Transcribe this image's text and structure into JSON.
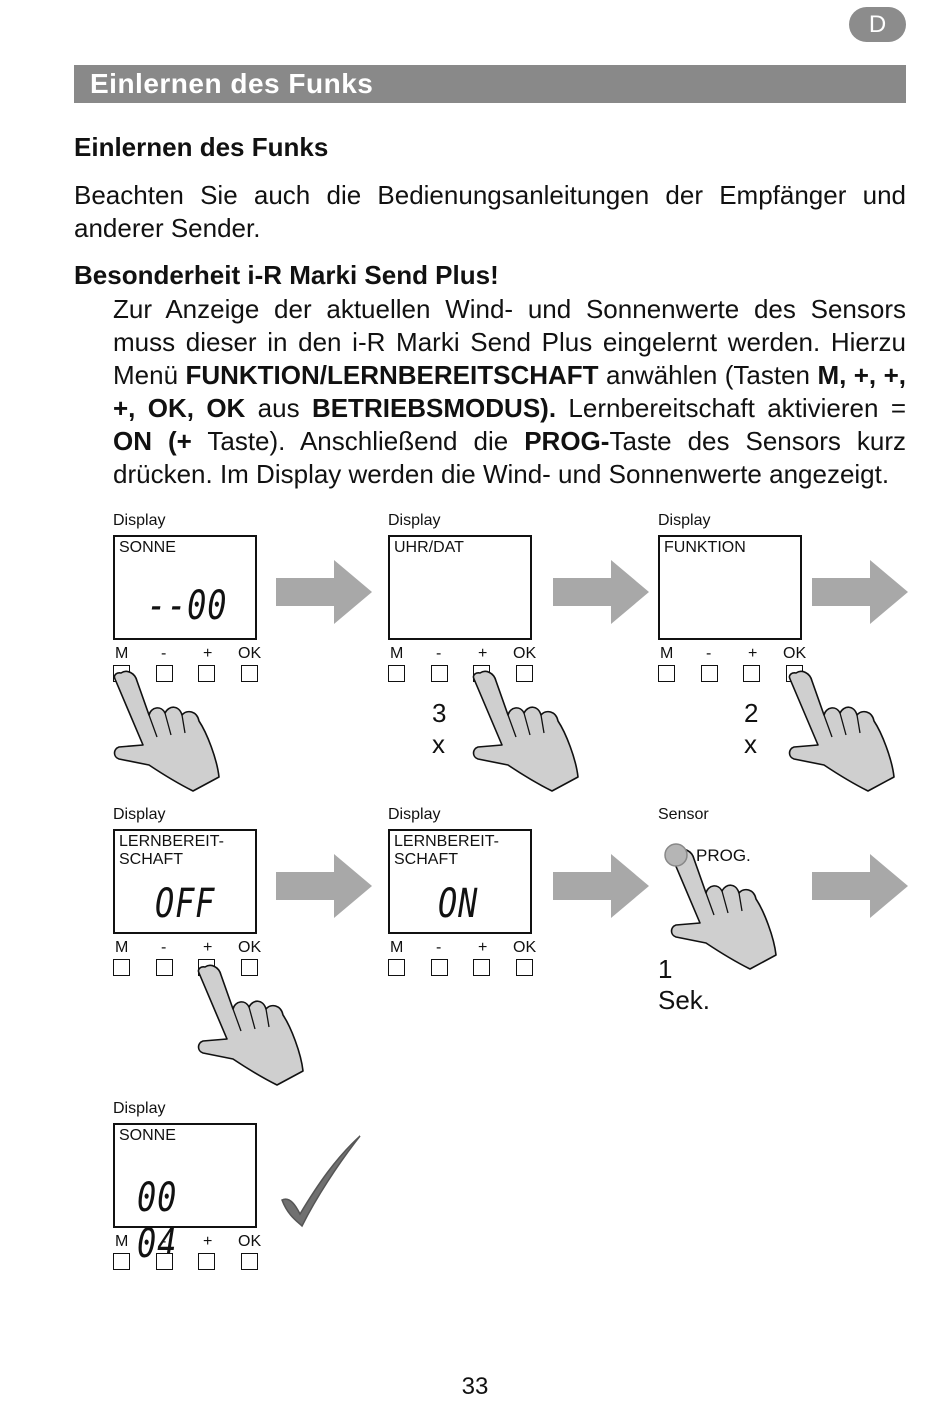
{
  "badge": "D",
  "title_bar": "Einlernen des Funks",
  "heading": "Einlernen des Funks",
  "intro": "Beachten Sie auch die Bedienungsanleitungen der Empfänger und anderer Sender.",
  "special": {
    "title": "Besonderheit i-R Marki Send Plus!",
    "t1": "Zur Anzeige der aktuellen Wind- und Sonnenwerte des Sensors muss dieser in den i-R Marki Send Plus eingelernt werden. Hierzu Menü ",
    "b1": "FUNKTION/LERNBEREITSCHAFT",
    "t2": " anwählen (Tasten ",
    "b2": "M, +, +, +, OK, OK",
    "t3": " aus ",
    "b3": "BETRIEBSMODUS).",
    "t4": " Lernbereitschaft aktivieren = ",
    "b4": "ON (+",
    "t5": " Taste). Anschließend die ",
    "b5": "PROG-",
    "t6": "Taste des Sensors kurz drücken. Im Display werden die Wind- und Sonnenwerte angezeigt."
  },
  "keys": {
    "m": "M",
    "minus": "-",
    "plus": "+",
    "ok": "OK"
  },
  "steps": [
    {
      "caption": "Display",
      "label": "SONNE",
      "segment": "--00"
    },
    {
      "caption": "Display",
      "label": "UHR/DAT",
      "segment": "",
      "count": "3 x"
    },
    {
      "caption": "Display",
      "label": "FUNKTION",
      "segment": "",
      "count": "2 x"
    },
    {
      "caption": "Display",
      "label": "LERNBEREIT-\nSCHAFT",
      "segment": "OFF"
    },
    {
      "caption": "Display",
      "label": "LERNBEREIT-\nSCHAFT",
      "segment": "ON"
    },
    {
      "caption": "Sensor",
      "prog": "PROG.",
      "duration": "1 Sek."
    },
    {
      "caption": "Display",
      "label": "SONNE",
      "segment": "00 04"
    }
  ],
  "page_number": "33",
  "colors": {
    "title_bar": "#898989",
    "arrow": "#a8a8a8",
    "hand_fill": "#cfcfcf",
    "checkmark": "#707070"
  }
}
